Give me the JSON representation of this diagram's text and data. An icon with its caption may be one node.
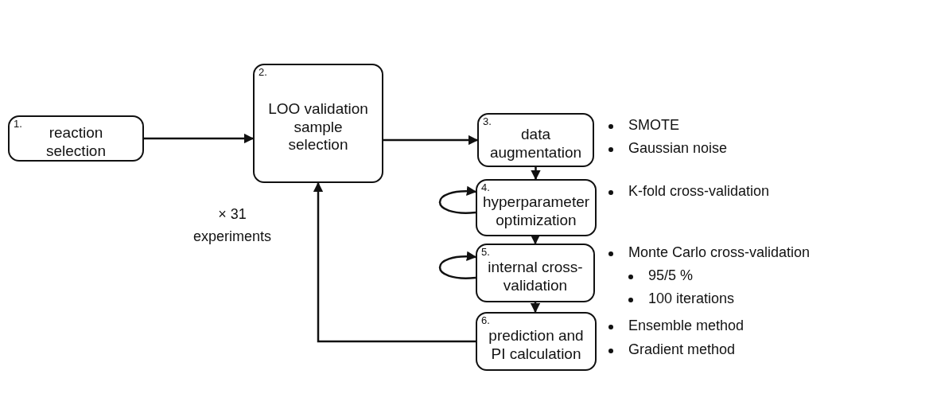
{
  "diagram": {
    "nodes": [
      {
        "text": [
          "1.",
          "reaction selection"
        ]
      },
      {
        "text": [
          "2.",
          "LOO validation sample selection"
        ]
      },
      {
        "text": [
          "3.",
          "data augmentation"
        ],
        "beside": [
          "SMOTE",
          "Gaussian noise"
        ]
      },
      {
        "text": [
          "4.",
          "hyperparameter optimization"
        ],
        "beside": [
          "K-fold cross-validation"
        ]
      },
      {
        "text": [
          "5.",
          "internal cross-validation"
        ],
        "beside": [
          "Monte Carlo cross-validation",
          "95/5 %",
          "100 iterations"
        ]
      },
      {
        "text": [
          "6.",
          "prediction and PI calculation"
        ],
        "beside": [
          "Ensemble method",
          "Gradient method"
        ]
      }
    ],
    "edges": [
      {
        "from": 0,
        "to": 1,
        "arrow": "to"
      },
      {
        "from": 1,
        "to": 2,
        "arrow": "to"
      },
      {
        "from": 2,
        "to": 3,
        "arrow": "to"
      },
      {
        "from": 3,
        "to": 3,
        "arrow": "to"
      },
      {
        "from": 3,
        "to": 4,
        "arrow": "to"
      },
      {
        "from": 4,
        "to": 4,
        "arrow": "to"
      },
      {
        "from": 4,
        "to": 5,
        "arrow": "to"
      },
      {
        "from": 5,
        "to": 1,
        "arrow": "to"
      }
    ],
    "labels": [
      "× 31 experiments"
    ]
  }
}
